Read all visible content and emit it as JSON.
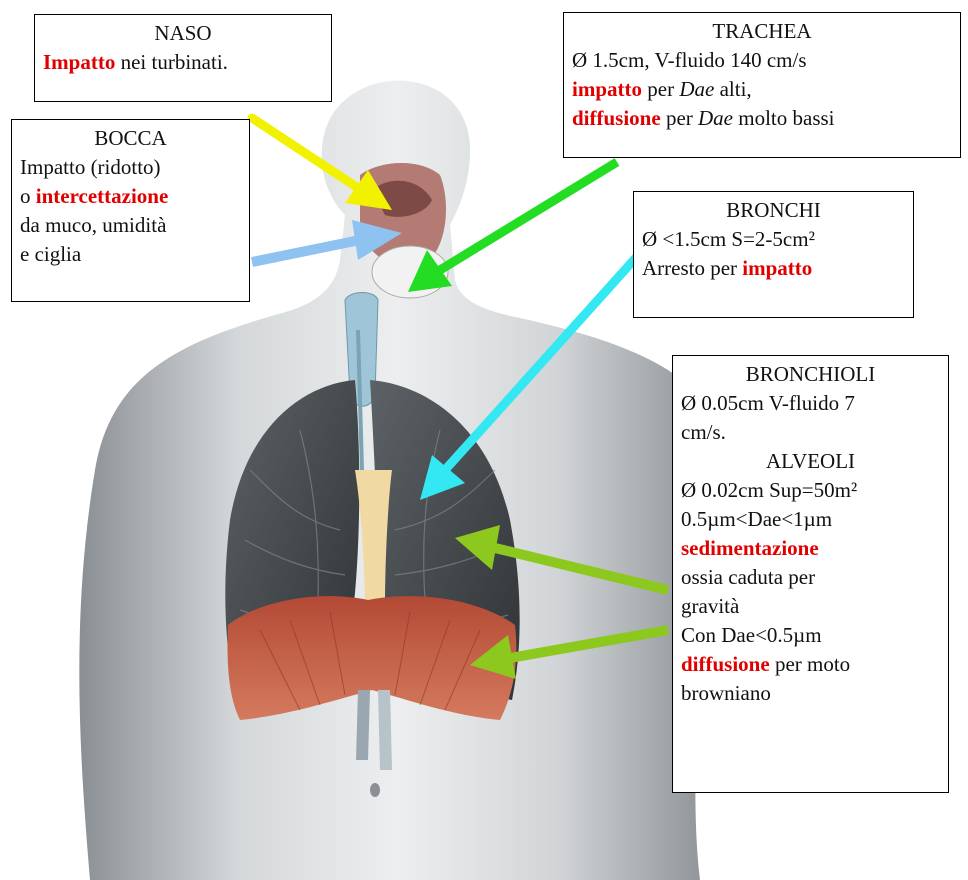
{
  "labels": {
    "naso": {
      "title": "NASO",
      "l1_hl": "Impatto",
      "l1_rest": " nei turbinati."
    },
    "trachea": {
      "title": "TRACHEA",
      "l1": "Ø 1.5cm, V-fluido 140 cm/s",
      "l2_hl": "impatto",
      "l2_mid": " per ",
      "l2_it": "Dae",
      "l2_end": " alti,",
      "l3_hl": "diffusione",
      "l3_mid": " per ",
      "l3_it": "Dae",
      "l3_end": " molto bassi"
    },
    "bocca": {
      "title": "BOCCA",
      "l1": "Impatto (ridotto)",
      "l2_pre": "o ",
      "l2_hl": "intercettazione",
      "l3": "da muco, umidità",
      "l4": "e ciglia"
    },
    "bronchi": {
      "title": "BRONCHI",
      "l1": "Ø <1.5cm S=2-5cm²",
      "l2_pre": "Arresto per ",
      "l2_hl": "impatto"
    },
    "bronchioli": {
      "title": "BRONCHIOLI",
      "l1": "Ø 0.05cm V-fluido 7",
      "l2": "cm/s.",
      "title2": "ALVEOLI",
      "l3": "Ø 0.02cm Sup=50m²",
      "l4": "0.5µm<Dae<1µm",
      "l5_hl": "sedimentazione",
      "l6": "ossia caduta per",
      "l7": "gravità",
      "l8": "Con Dae<0.5µm",
      "l9_hl": "diffusione",
      "l9_rest": " per moto",
      "l10": "browniano"
    }
  },
  "colors": {
    "highlight": "#e00000",
    "arrow_naso": "#f2f200",
    "arrow_bocca": "#8ec2f0",
    "arrow_trachea": "#22dd22",
    "arrow_bronchi": "#33e8f2",
    "arrow_alveoli": "#8cc81e"
  }
}
